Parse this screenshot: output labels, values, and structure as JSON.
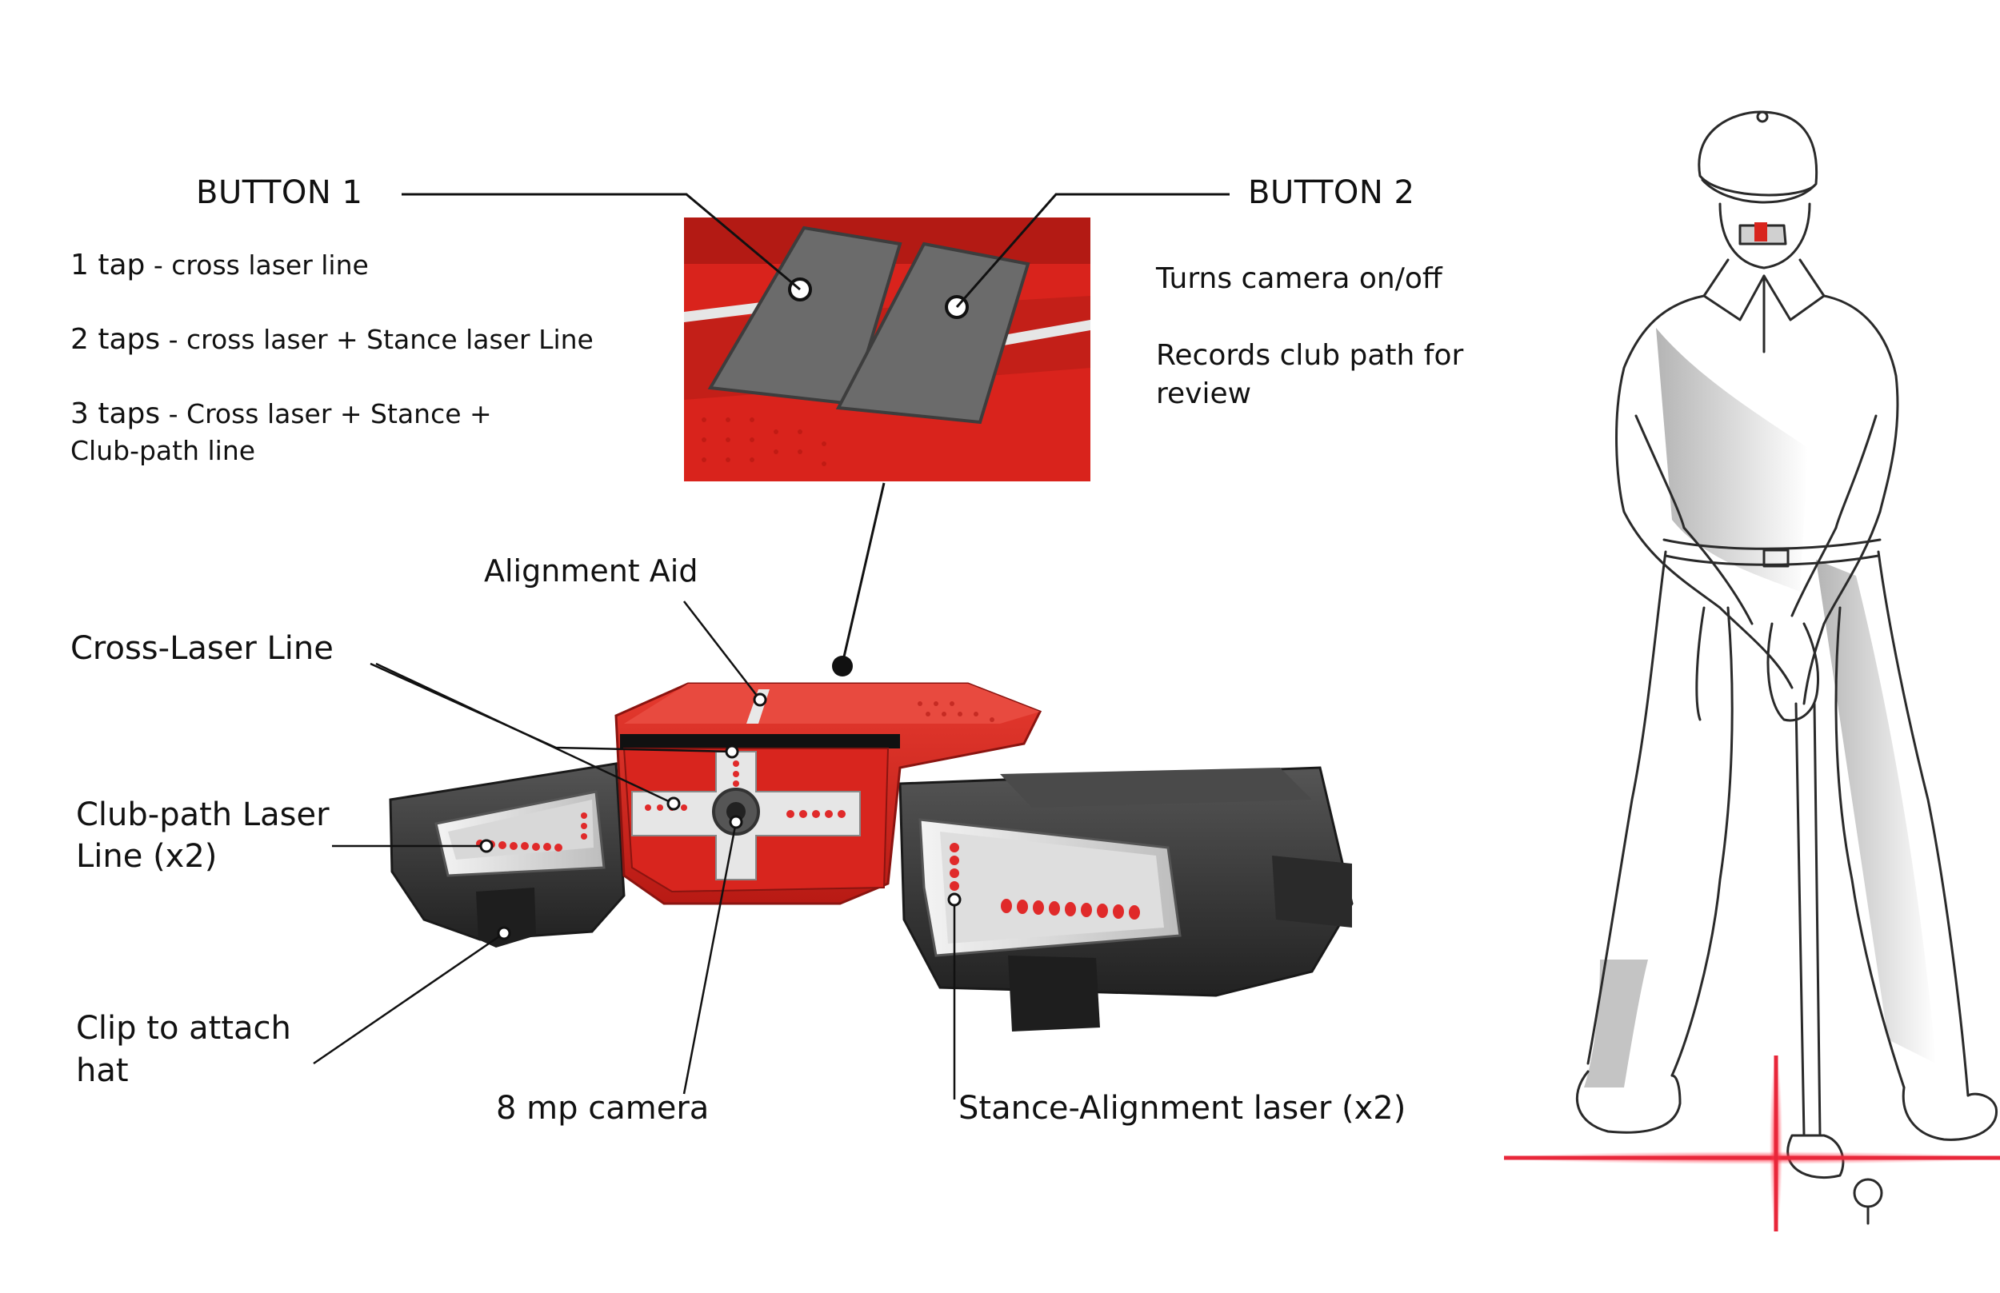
{
  "button1": {
    "title": "BUTTON 1",
    "lines": [
      {
        "lead": "1 tap",
        "rest": " - cross laser line"
      },
      {
        "lead": "2 taps",
        "rest": " - cross laser + Stance laser Line"
      },
      {
        "lead": "3 taps",
        "rest": " - Cross laser + Stance +"
      },
      {
        "lead": "",
        "rest": "Club-path line"
      }
    ]
  },
  "button2": {
    "title": "BUTTON 2",
    "line1": "Turns camera on/off",
    "line2a": "Records club path for",
    "line2b": "review"
  },
  "labels": {
    "alignment_aid": "Alignment Aid",
    "cross_laser": "Cross-Laser Line",
    "club_path_a": "Club-path Laser",
    "club_path_b": "Line (x2)",
    "clip_a": "Clip to attach",
    "clip_b": "hat",
    "camera": "8 mp camera",
    "stance": "Stance-Alignment laser (x2)"
  },
  "colors": {
    "device_red": "#d8261f",
    "device_dark": "#3a3a3a",
    "laser_red": "#e8273a"
  }
}
